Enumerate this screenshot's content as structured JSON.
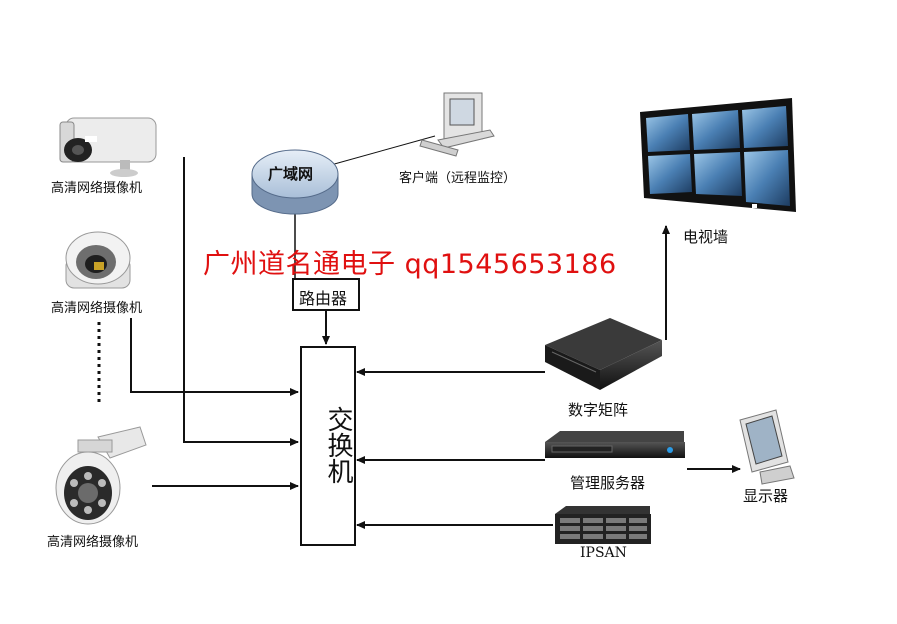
{
  "colors": {
    "line": "#111111",
    "watermark": "#e01010",
    "cloud_top": "#c7d6e6",
    "cloud_side": "#8aa0bb"
  },
  "cameras": {
    "bullet_label": "高清网络摄像机",
    "dome_label": "高清网络摄像机",
    "ptz_label": "高清网络摄像机"
  },
  "wan": {
    "label": "广域网"
  },
  "client": {
    "label": "客户端（远程监控）"
  },
  "router": {
    "label": "路由器"
  },
  "switch": {
    "label": "交换机"
  },
  "video_wall": {
    "label": "电视墙"
  },
  "matrix": {
    "label": "数字矩阵"
  },
  "mgmt_server": {
    "label": "管理服务器"
  },
  "ipsan": {
    "label": "IPSAN"
  },
  "display": {
    "label": "显示器"
  },
  "watermark": {
    "text": "广州道名通电子 qq1545653186"
  }
}
